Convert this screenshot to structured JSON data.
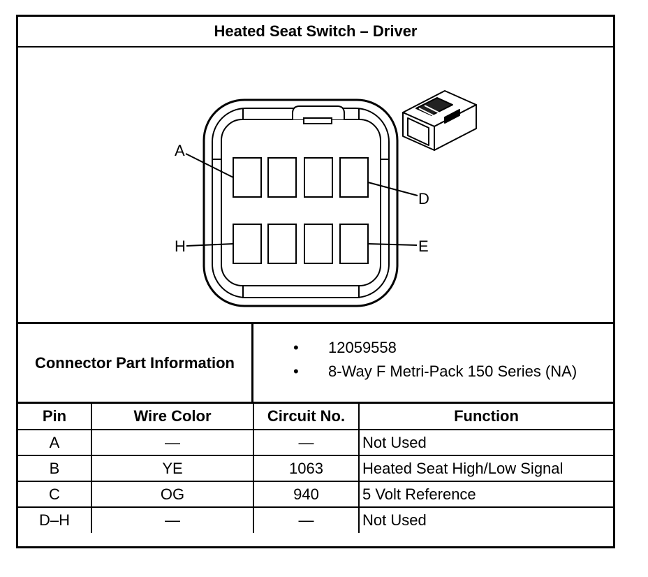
{
  "title": "Heated Seat Switch – Driver",
  "connector": {
    "pin_labels": {
      "a": "A",
      "d": "D",
      "e": "E",
      "h": "H"
    }
  },
  "part_info": {
    "label": "Connector Part Information",
    "items": [
      "12059558",
      "8-Way F Metri-Pack 150 Series (NA)"
    ],
    "bullet": "•"
  },
  "table": {
    "headers": {
      "pin": "Pin",
      "wire_color": "Wire Color",
      "circuit": "Circuit No.",
      "function": "Function"
    },
    "rows": [
      {
        "pin": "A",
        "wire_color": "—",
        "circuit": "—",
        "function": "Not Used"
      },
      {
        "pin": "B",
        "wire_color": "YE",
        "circuit": "1063",
        "function": "Heated Seat High/Low Signal"
      },
      {
        "pin": "C",
        "wire_color": "OG",
        "circuit": "940",
        "function": "5 Volt Reference"
      },
      {
        "pin": "D–H",
        "wire_color": "—",
        "circuit": "—",
        "function": "Not Used"
      }
    ]
  }
}
